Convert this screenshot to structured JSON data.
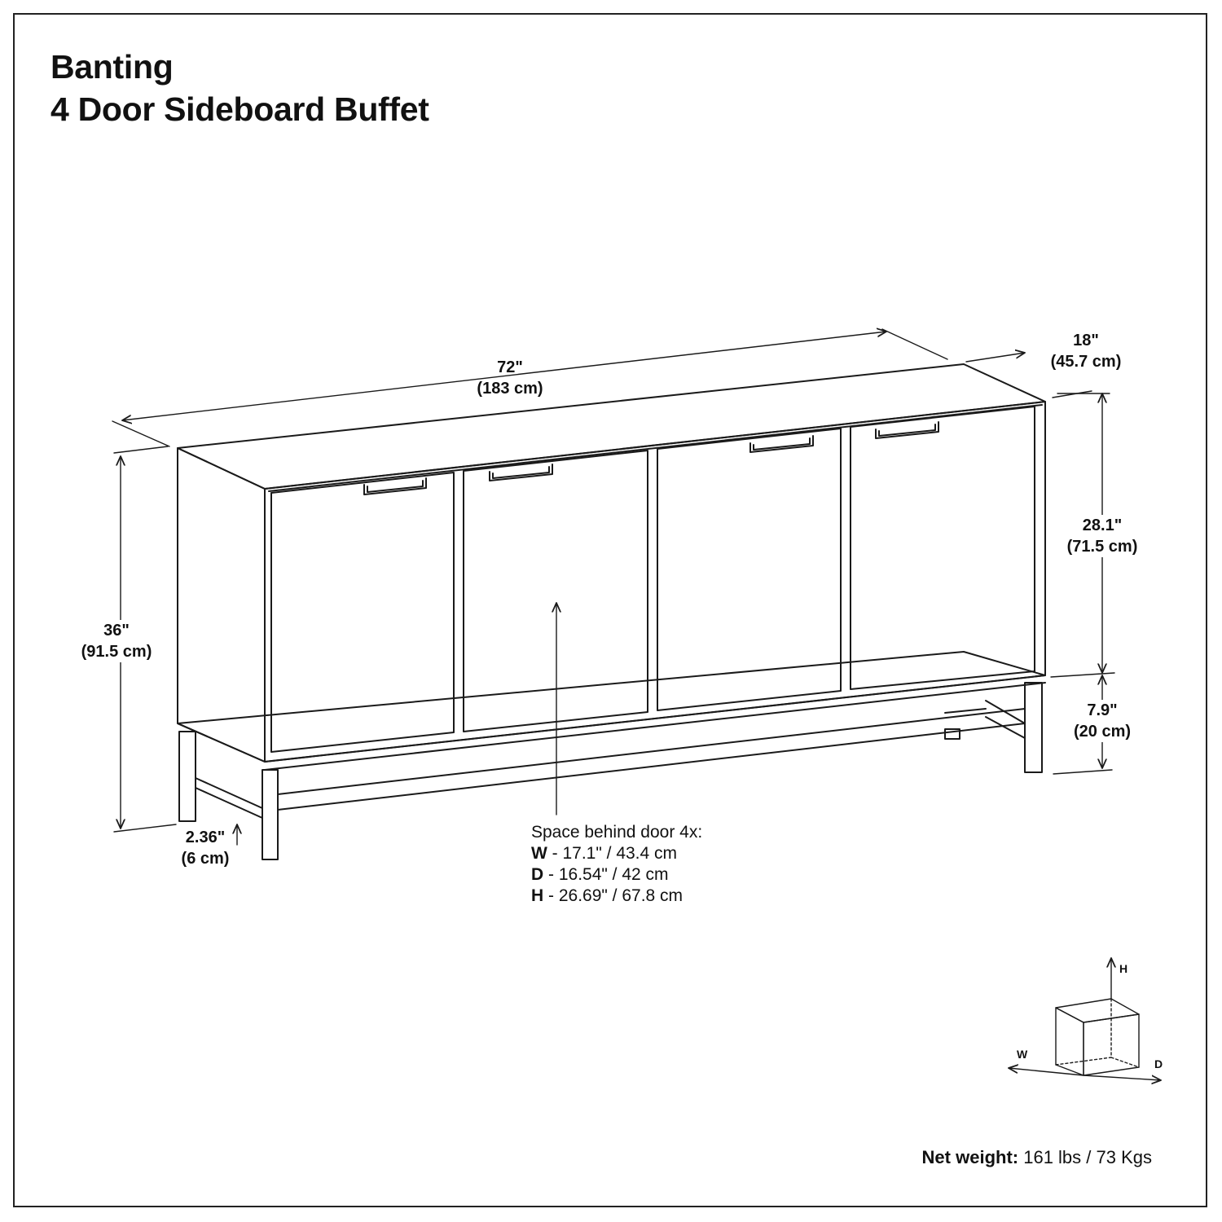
{
  "title": {
    "line1": "Banting",
    "line2": "4 Door Sideboard Buffet"
  },
  "dimensions": {
    "width": {
      "imperial": "72\"",
      "metric": "(183 cm)"
    },
    "depth": {
      "imperial": "18\"",
      "metric": "(45.7 cm)"
    },
    "height": {
      "imperial": "36\"",
      "metric": "(91.5 cm)"
    },
    "cabinet_height": {
      "imperial": "28.1\"",
      "metric": "(71.5 cm)"
    },
    "base_height": {
      "imperial": "7.9\"",
      "metric": "(20 cm)"
    },
    "foot_height": {
      "imperial": "2.36\"",
      "metric": "(6 cm)"
    }
  },
  "interior": {
    "heading": "Space behind door 4x:",
    "rows": [
      {
        "key": "W",
        "value": " - 17.1\" / 43.4 cm"
      },
      {
        "key": "D",
        "value": " - 16.54\" / 42 cm"
      },
      {
        "key": "H",
        "value": " - 26.69\" / 67.8 cm"
      }
    ]
  },
  "axes_legend": {
    "h": "H",
    "w": "W",
    "d": "D"
  },
  "net_weight": {
    "label": "Net weight:",
    "value": " 161 lbs / 73 Kgs"
  },
  "icons": [
    "arrow-icon",
    "axes-cube-icon"
  ]
}
